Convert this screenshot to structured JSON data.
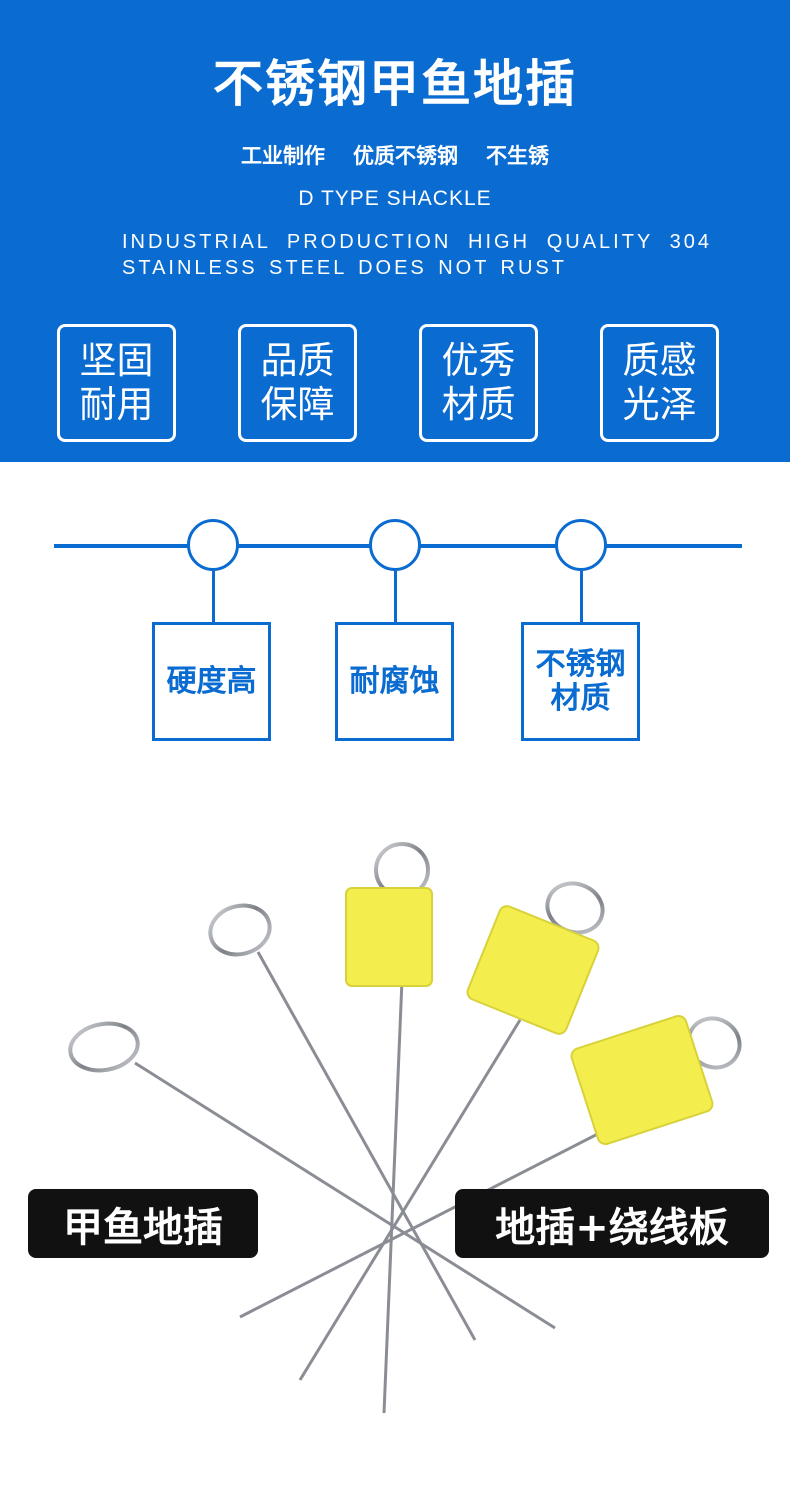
{
  "hero": {
    "title": "不锈钢甲鱼地插",
    "sub": [
      "工业制作",
      "优质不锈钢",
      "不生锈"
    ],
    "en_line1": "D TYPE SHACKLE",
    "en_line2": "INDUSTRIAL PRODUCTION HIGH QUALITY 304",
    "en_line3": "STAINLESS STEEL DOES NOT RUST",
    "features": [
      "坚固耐用",
      "品质保障",
      "优秀材质",
      "质感光泽"
    ],
    "bg_color": "#0a6bd1"
  },
  "timeline": {
    "items": [
      "硬度高",
      "耐腐蚀",
      "不锈钢材质"
    ],
    "accent_color": "#0a6bd1"
  },
  "product": {
    "left_tag": "甲鱼地插",
    "right_tag": "地插+绕线板",
    "tag_color": "#111111",
    "tile_color": "#f3ee4e"
  }
}
